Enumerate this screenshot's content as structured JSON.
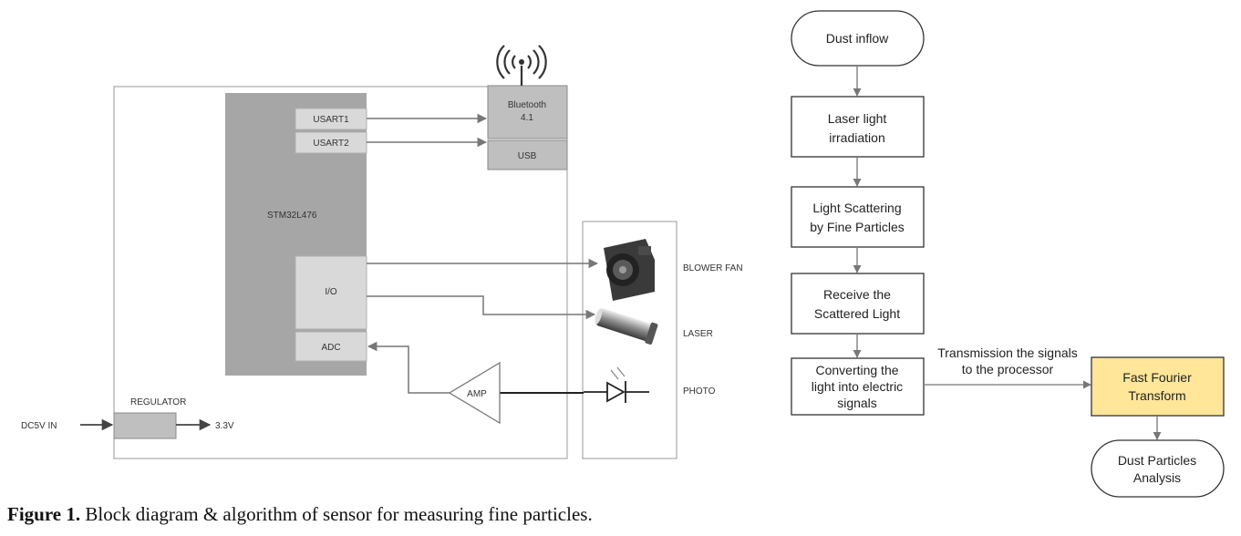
{
  "block_diagram": {
    "mcu_label": "STM32L476",
    "usart1_label": "USART1",
    "usart2_label": "USART2",
    "io_label": "I/O",
    "adc_label": "ADC",
    "bluetooth_label_line1": "Bluetooth",
    "bluetooth_label_line2": "4.1",
    "usb_label": "USB",
    "blower_fan_label": "BLOWER FAN",
    "laser_label": "LASER",
    "photo_label": "PHOTO",
    "amp_label": "AMP",
    "regulator_label": "REGULATOR",
    "dc_in_label": "DC5V IN",
    "output_voltage_label": "3.3V"
  },
  "flowchart": {
    "dust_inflow": "Dust inflow",
    "laser_irradiation": [
      "Laser light",
      "irradiation"
    ],
    "light_scattering": [
      "Light Scattering",
      "by Fine Particles"
    ],
    "receive_light": [
      "Receive the",
      "Scattered Light"
    ],
    "converting": [
      "Converting the",
      "light into electric",
      "signals"
    ],
    "transmission_label": [
      "Transmission the signals",
      "to the processor"
    ],
    "fft": [
      "Fast Fourier",
      "Transform"
    ],
    "analysis": [
      "Dust Particles",
      "Analysis"
    ]
  },
  "caption": {
    "prefix": "Figure 1.",
    "text": "Block diagram & algorithm of sensor for measuring fine particles."
  },
  "colors": {
    "mcu_fill": "#a6a6a6",
    "port_fill": "#d9d9d9",
    "module_fill": "#bfbfbf",
    "fft_fill": "#ffe699"
  }
}
